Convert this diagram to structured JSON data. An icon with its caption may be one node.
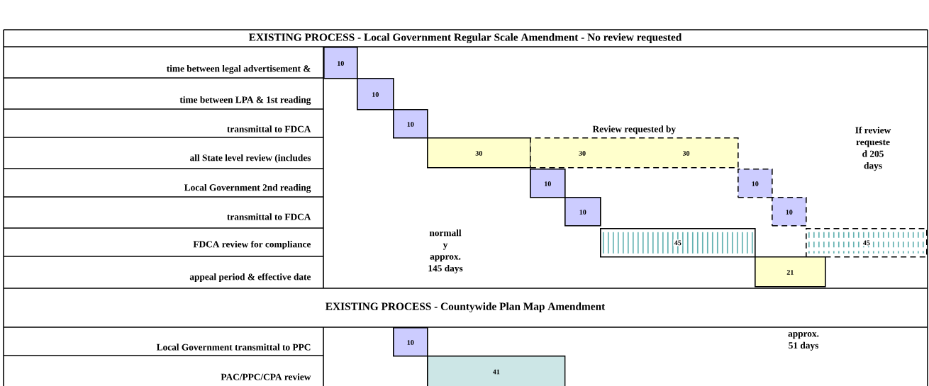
{
  "diagram": {
    "title": "EXISTING PROCESS - Local Government Regular Scale Amendment - No review requested",
    "nodes": [
      {
        "text": [
          "10"
        ]
      },
      {
        "text": [
          "10"
        ]
      },
      {
        "text": [
          "10"
        ]
      },
      {
        "text": [
          "30"
        ]
      },
      {
        "text": [
          "30",
          "30"
        ],
        "beside": [
          "Review requested by"
        ]
      },
      {
        "text": [
          "10"
        ]
      },
      {
        "text": [
          "10"
        ]
      },
      {
        "text": [
          "10"
        ]
      },
      {
        "text": [
          "10"
        ]
      },
      {
        "text": [
          "45"
        ]
      },
      {
        "text": [
          "45"
        ]
      },
      {
        "text": [
          "21"
        ]
      },
      {
        "text": [
          "10"
        ]
      },
      {
        "text": [
          "41"
        ]
      }
    ],
    "labels": [
      "time between legal advertisement &",
      "time between LPA & 1st reading",
      "transmittal to FDCA",
      "If review requeste d 205 days",
      "all State level review (includes",
      "Local Government 2nd reading",
      "transmittal to FDCA",
      "normall y approx. 145 days",
      "FDCA review for compliance",
      "appeal period & effective date",
      "EXISTING PROCESS - Countywide Plan Map Amendment",
      "Local Government transmittal to PPC",
      "approx. 51 days",
      "PAC/PPC/CPA review"
    ]
  }
}
